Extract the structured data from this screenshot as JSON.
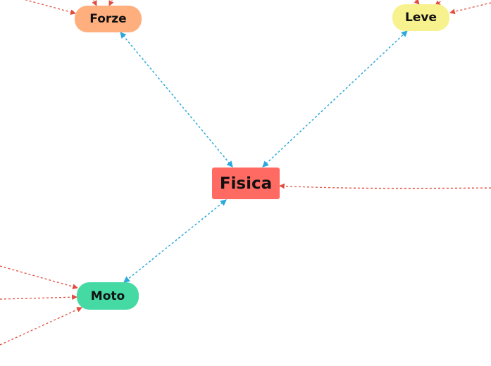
{
  "mindmap": {
    "central": {
      "label": "Fisica",
      "color": "#ff6b63"
    },
    "topics": [
      {
        "id": "forze",
        "label": "Forze",
        "color": "#ffaf7d"
      },
      {
        "id": "leve",
        "label": "Leve",
        "color": "#f7f28e"
      },
      {
        "id": "moto",
        "label": "Moto",
        "color": "#45d9a4"
      }
    ],
    "colors": {
      "main_link": "#2ba8dc",
      "offscreen_link": "#e24c3c",
      "background": "#ffffff"
    }
  }
}
